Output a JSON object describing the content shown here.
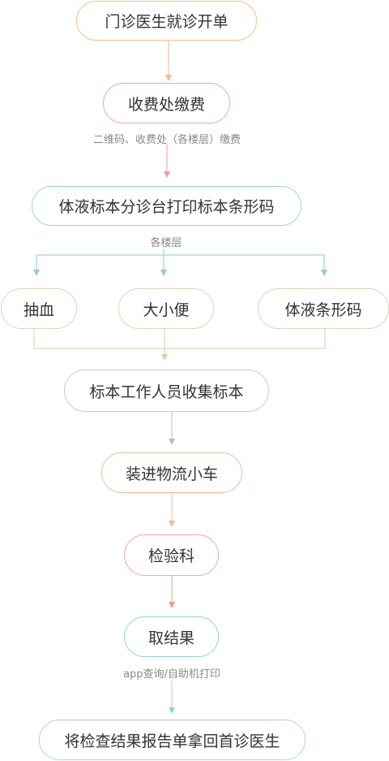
{
  "nodes": {
    "n1": {
      "label": "门诊医生就诊开单",
      "color": "#f3c08a"
    },
    "n2": {
      "label": "收费处缴费",
      "color": "#f4a6a0"
    },
    "n3": {
      "label": "体液标本分诊台打印标本条形码",
      "color": "#9fd3e0"
    },
    "n4a": {
      "label": "抽血",
      "color": "#e3d3b6"
    },
    "n4b": {
      "label": "大小便",
      "color": "#e3d3b6"
    },
    "n4c": {
      "label": "体液条形码",
      "color": "#e3d3b6"
    },
    "n5": {
      "label": "标本工作人员收集标本",
      "color": "#cccccc"
    },
    "n6": {
      "label": "装进物流小车",
      "color": "#f0b9a0"
    },
    "n7": {
      "label": "检验科",
      "color": "#f4a6a0"
    },
    "n8": {
      "label": "取结果",
      "color": "#8fd3dc"
    },
    "n9": {
      "label": "将检查结果报告单拿回首诊医生",
      "color": "#a8dbbf"
    }
  },
  "notes": {
    "payment_location": "二维码、收费处（各楼层）缴费",
    "floors": "各楼层",
    "result_pickup": "app查询/自助机打印"
  },
  "colors": {
    "arrow_orange": "#f0b98a",
    "arrow_red": "#f09a95",
    "arrow_blue": "#8fc9d8",
    "arrow_tan": "#dcc9a8",
    "arrow_gray": "#bdbdbd",
    "arrow_teal": "#8fd6d8"
  }
}
